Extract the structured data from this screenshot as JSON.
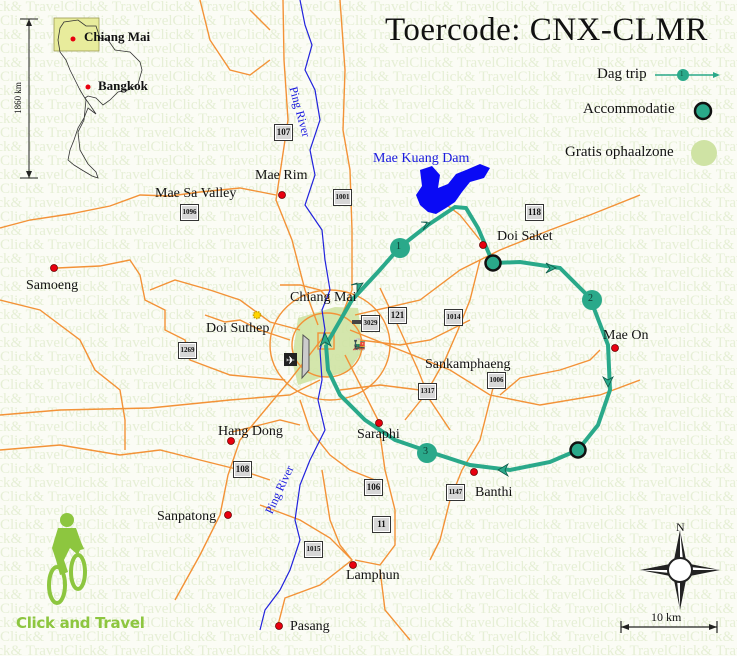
{
  "title": "Toercode: CNX-CLMR",
  "legend": {
    "day_trip_label": "Dag trip",
    "day_trip_marker": "1",
    "accommodation_label": "Accommodatie",
    "pickup_zone_label": "Gratis ophaalzone"
  },
  "inset": {
    "cities": [
      "Chiang Mai",
      "Bangkok"
    ],
    "scale_label": "1860 km"
  },
  "places": {
    "mae_rim": "Mae Rim",
    "mae_sa_valley": "Mae Sa Valley",
    "samoeng": "Samoeng",
    "chiang_mai": "Chiang Mai",
    "doi_suthep": "Doi Suthep",
    "hang_dong": "Hang Dong",
    "sanpatong": "Sanpatong",
    "saraphi": "Saraphi",
    "sankamphaeng": "Sankamphaeng",
    "doi_saket": "Doi Saket",
    "mae_on": "Mae On",
    "banthi": "Banthi",
    "lamphun": "Lamphun",
    "pasang": "Pasang",
    "mae_kuang_dam": "Mae Kuang Dam",
    "ping_river_north": "Ping River",
    "ping_river_south": "Ping River"
  },
  "road_shields": [
    "107",
    "1001",
    "1096",
    "118",
    "3029",
    "121",
    "1014",
    "1269",
    "1317",
    "1006",
    "108",
    "106",
    "11",
    "1147",
    "1015"
  ],
  "route_markers": [
    "1",
    "2",
    "3"
  ],
  "compass": {
    "north_label": "N"
  },
  "scale_bar": {
    "label": "10 km"
  },
  "logo": {
    "text": "Click and Travel"
  },
  "watermark_text": "Click& TravelClick& TravelClick& TravelClick& TravelClick& TravelClick& TravelClick& Travel",
  "colors": {
    "route": "#2aa98a",
    "road": "#f39237",
    "river": "#2222dd",
    "dam": "#0a0af5",
    "city_dot": "#e8000f",
    "pickup_zone": "#cfe3a4",
    "logo_green": "#8dc63f",
    "background": "#fbfcf5"
  }
}
